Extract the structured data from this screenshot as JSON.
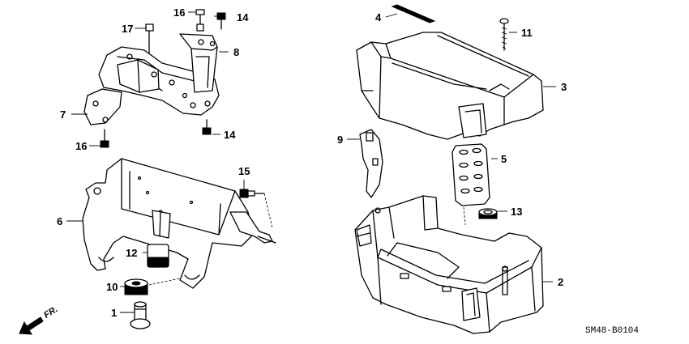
{
  "diagram_code": "SM48-B0104",
  "direction_label": "FR.",
  "callouts": {
    "c1": "1",
    "c2": "2",
    "c3": "3",
    "c4": "4",
    "c5": "5",
    "c6": "6",
    "c7": "7",
    "c8": "8",
    "c9": "9",
    "c10": "10",
    "c11": "11",
    "c12": "12",
    "c13": "13",
    "c14a": "14",
    "c14b": "14",
    "c15": "15",
    "c16a": "16",
    "c16b": "16",
    "c17": "17"
  }
}
